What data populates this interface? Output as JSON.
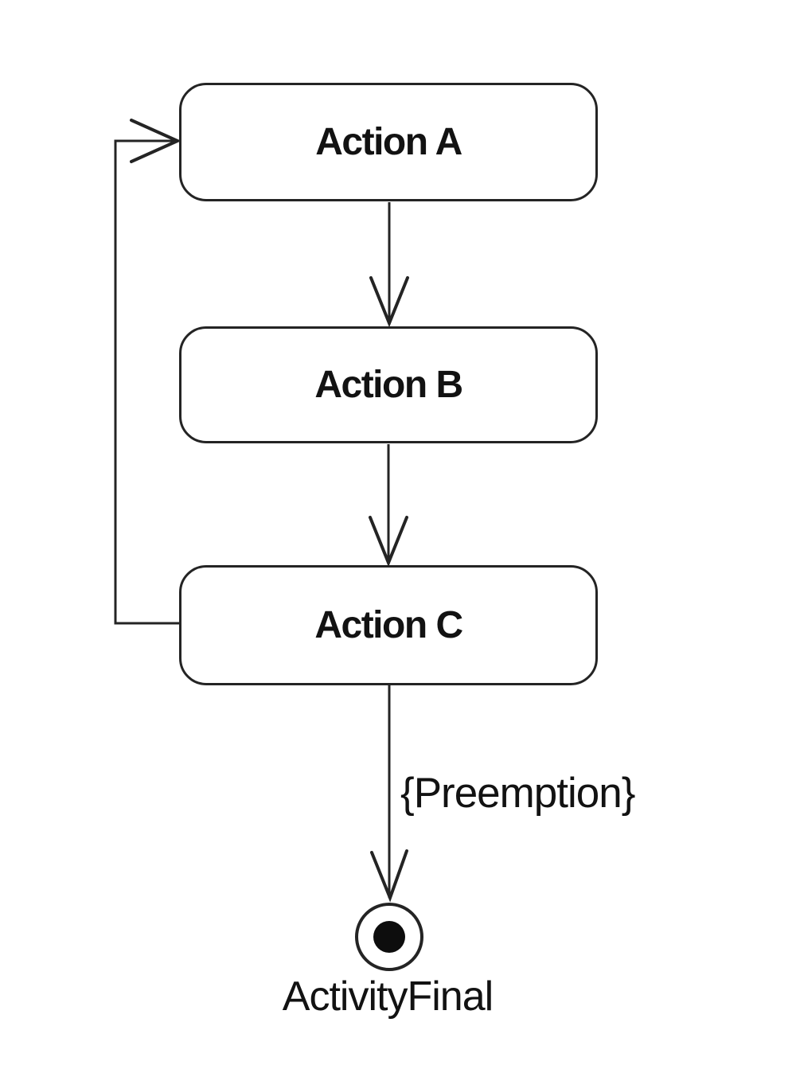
{
  "diagram": {
    "kind": "uml-activity-diagram",
    "nodes": [
      {
        "id": "action-a",
        "type": "action",
        "label": "Action A"
      },
      {
        "id": "action-b",
        "type": "action",
        "label": "Action B"
      },
      {
        "id": "action-c",
        "type": "action",
        "label": "Action C"
      },
      {
        "id": "activity-final",
        "type": "activity-final",
        "label": "ActivityFinal"
      }
    ],
    "edges": [
      {
        "from": "action-a",
        "to": "action-b"
      },
      {
        "from": "action-b",
        "to": "action-c"
      },
      {
        "from": "action-c",
        "to": "activity-final",
        "guard": "{Preemption}"
      },
      {
        "from": "action-c",
        "to": "action-a",
        "kind": "loop-back"
      }
    ],
    "colors": {
      "stroke": "#242424",
      "text": "#121212",
      "node_fill": "#ffffff",
      "background": "#ffffff"
    }
  }
}
